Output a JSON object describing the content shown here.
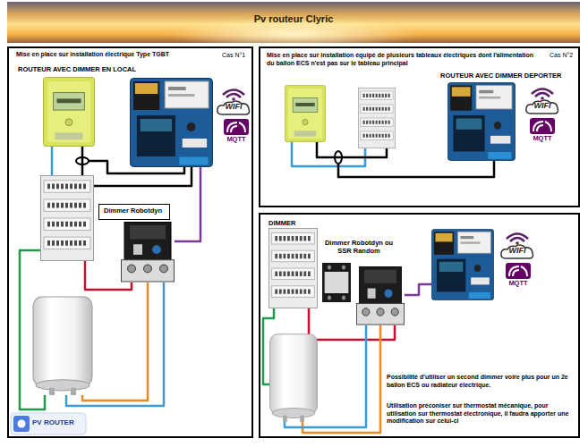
{
  "diagram": {
    "title": "Pv routeur Clyric",
    "nodes": [
      {
        "text": [
          "Mise en place sur installation électrique Type TGBT",
          "Cas N°1",
          "ROUTEUR AVEC DIMMER EN LOCAL"
        ]
      },
      {
        "text": [
          "Dimmer Robotdyn"
        ],
        "in": 0
      },
      {
        "text": [
          "Mise en place sur installation équipé de plusieurs tableaux électriques dont l'alimentation du ballon ECS n'est pas sur le tableau principal",
          "Cas N°2",
          "ROUTEUR AVEC DIMMER DEPORTER"
        ]
      },
      {
        "text": [
          "DIMMER",
          "Dimmer Robotdyn ou SSR Random",
          "Possibilité d'utiliser un second dimmer voire plus pour un 2e ballon ECS ou radiateur électrique.",
          "Utilisation préconiser sur thermostat mécanique, pour utilisation sur thermostat électronique, il faudra apporter une modification sur celui-ci"
        ]
      }
    ],
    "labels": [
      "WIFI",
      "MQTT",
      "WIFI",
      "MQTT",
      "WIFI",
      "MQTT",
      "PV ROUTER"
    ]
  }
}
